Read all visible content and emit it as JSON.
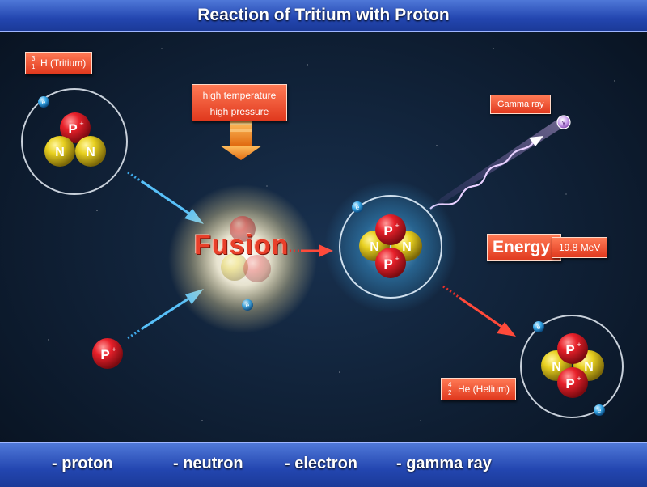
{
  "header": {
    "title": "Reaction of Tritium with Proton"
  },
  "labels": {
    "conditions_line1": "high temperature",
    "conditions_line2": "high pressure",
    "tritium_mass": "3",
    "tritium_atomic": "1",
    "tritium": "H (Tritium)",
    "fusion": "Fusion",
    "gamma": "Gamma ray",
    "energy_label": "Energy:",
    "energy_value": "19.8 MeV",
    "helium_mass": "4",
    "helium_atomic": "2",
    "helium": "He (Helium)"
  },
  "particles": {
    "proton_symbol": "P",
    "proton_charge": "+",
    "neutron_symbol": "N",
    "electron_symbol": "e",
    "gamma_symbol": "γ"
  },
  "legend": {
    "proton": "- proton",
    "neutron": "- neutron",
    "electron": "- electron",
    "gamma": "- gamma ray"
  },
  "colors": {
    "proton": "#e0202a",
    "neutron": "#e8d020",
    "electron": "#38a8e8",
    "gamma": "#b070e0",
    "label_box": "#e84c2a",
    "arrow_blue": "#3ea8e8",
    "arrow_red": "#e8302a",
    "arrow_orange": "#f09020"
  }
}
